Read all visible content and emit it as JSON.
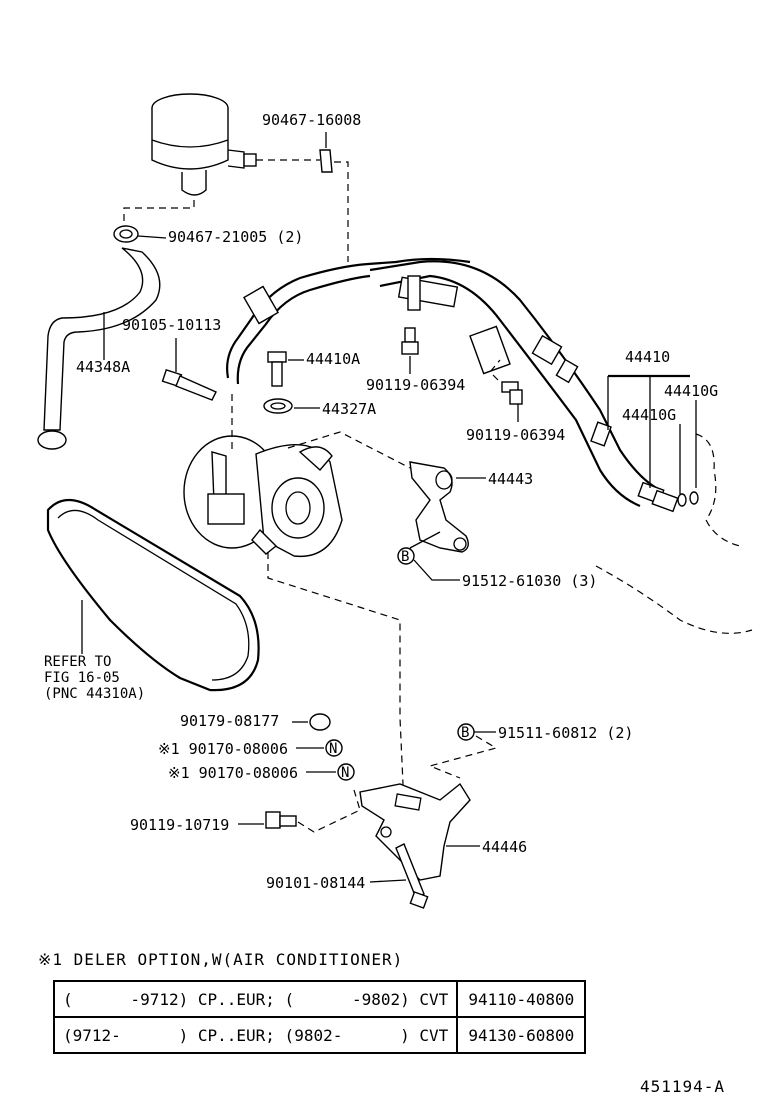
{
  "labels": {
    "p90467_16008": "90467-16008",
    "p90467_21005": "90467-21005 (2)",
    "p44348A": "44348A",
    "p90105_10113": "90105-10113",
    "p44410A": "44410A",
    "p44327A": "44327A",
    "p90119_06394_a": "90119-06394",
    "p90119_06394_b": "90119-06394",
    "p44410": "44410",
    "p44410G_a": "44410G",
    "p44410G_b": "44410G",
    "p44443": "44443",
    "p91512_61030": "91512-61030 (3)",
    "refer": [
      "REFER TO",
      "FIG 16-05",
      "(PNC 44310A)"
    ],
    "p90179_08177": "90179-08177",
    "p90170_08006_a": "※1 90170-08006",
    "p90170_08006_b": "※1 90170-08006",
    "p91511_60812": "91511-60812 (2)",
    "p90119_10719": "90119-10719",
    "p44446": "44446",
    "p90101_08144": "90101-08144",
    "marker_B": "B",
    "marker_N": "N"
  },
  "note": "※1 DELER OPTION,W(AIR CONDITIONER)",
  "table": {
    "rows": [
      {
        "desc": "(      -9712) CP..EUR; (      -9802) CVT",
        "code": "94110-40800"
      },
      {
        "desc": "(9712-      ) CP..EUR; (9802-      ) CVT",
        "code": "94130-60800"
      }
    ]
  },
  "figure_ref": "451194-A"
}
